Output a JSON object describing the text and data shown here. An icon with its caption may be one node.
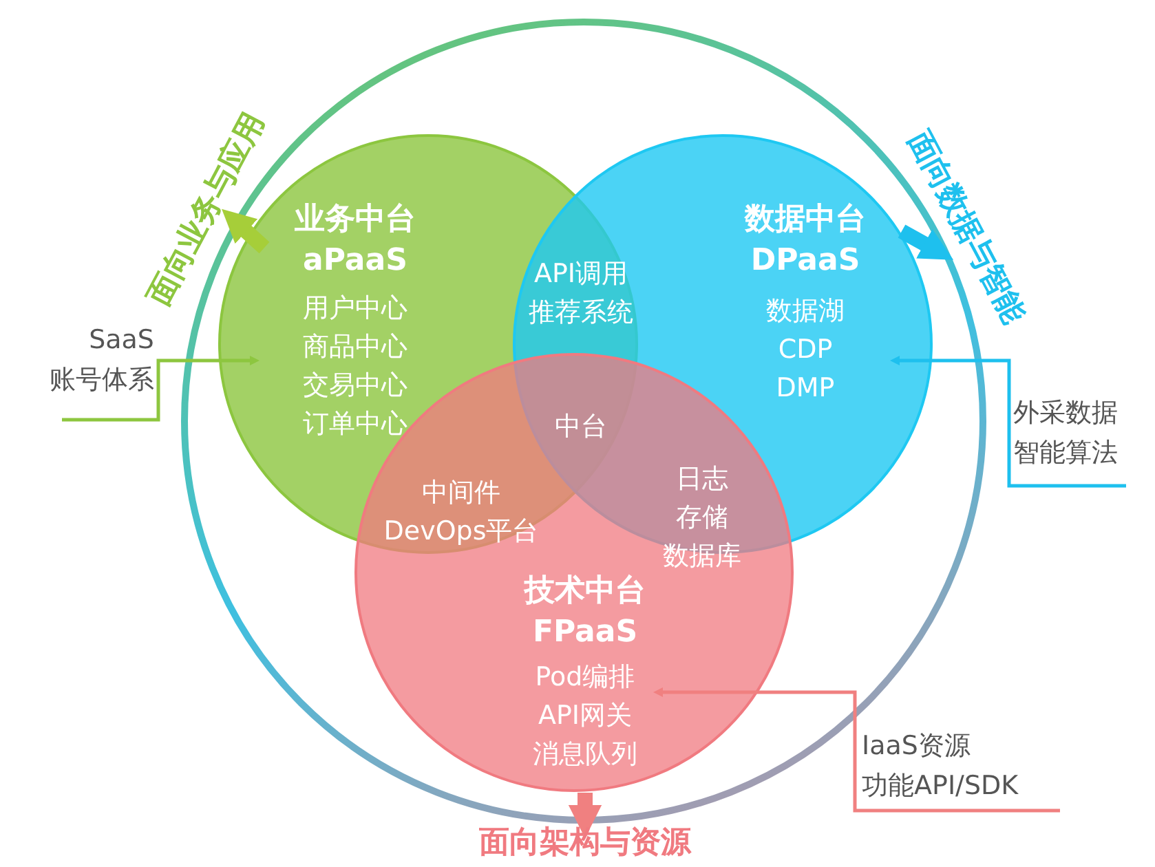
{
  "diagram": {
    "nodes": [
      {
        "text": [
          "业务中台",
          "aPaaS",
          "用户中心",
          "商品中心",
          "交易中心",
          "订单中心"
        ]
      },
      {
        "text": [
          "数据中台",
          "DPaaS",
          "数据湖",
          "CDP",
          "DMP"
        ]
      },
      {
        "text": [
          "技术中台",
          "FPaaS",
          "Pod编排",
          "API网关",
          "消息队列"
        ]
      },
      {
        "text": [
          "面向业务与应用"
        ]
      },
      {
        "text": [
          "面向数据与智能"
        ]
      },
      {
        "text": [
          "面向架构与资源"
        ]
      },
      {
        "text": [
          "SaaS",
          "账号体系"
        ]
      },
      {
        "text": [
          "外采数据",
          "智能算法"
        ]
      },
      {
        "text": [
          "IaaS资源",
          "功能API/SDK"
        ]
      }
    ],
    "edges": [
      {
        "from": 0,
        "to": 3,
        "arrow": "to",
        "style": "thick",
        "color": "#a6ce39"
      },
      {
        "from": 1,
        "to": 4,
        "arrow": "to",
        "style": "thick",
        "color": "#1ec0ee"
      },
      {
        "from": 2,
        "to": 5,
        "arrow": "to",
        "style": "thick",
        "color": "#f08080"
      },
      {
        "from": 6,
        "to": 0,
        "arrow": "to",
        "color": "#8dc63f"
      },
      {
        "from": 7,
        "to": 1,
        "arrow": "to",
        "color": "#1ec0ee"
      },
      {
        "from": 8,
        "to": 2,
        "arrow": "to",
        "color": "#f08080"
      }
    ],
    "labels": [
      "API调用",
      "推荐系统",
      "中台",
      "中间件",
      "DevOps平台",
      "日志",
      "存储",
      "数据库"
    ]
  }
}
